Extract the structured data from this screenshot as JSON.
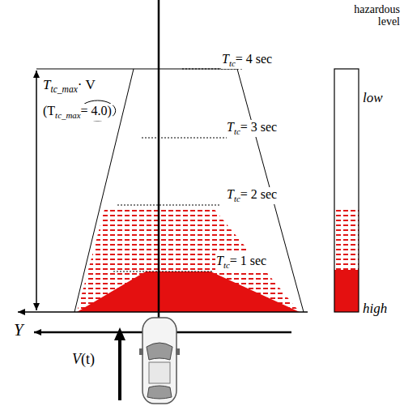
{
  "diagram": {
    "labels": [
      "T",
      "tc",
      "= 4 sec",
      "T",
      "tc",
      "= 3 sec",
      "T",
      "tc",
      "= 2 sec",
      "T",
      "tc",
      "= 1 sec",
      "T",
      "tc_max",
      "· V",
      "(T",
      "tc_max",
      "= 4.0)",
      "hazardous level",
      "low",
      "high",
      "Y",
      "V",
      "(t)"
    ]
  }
}
